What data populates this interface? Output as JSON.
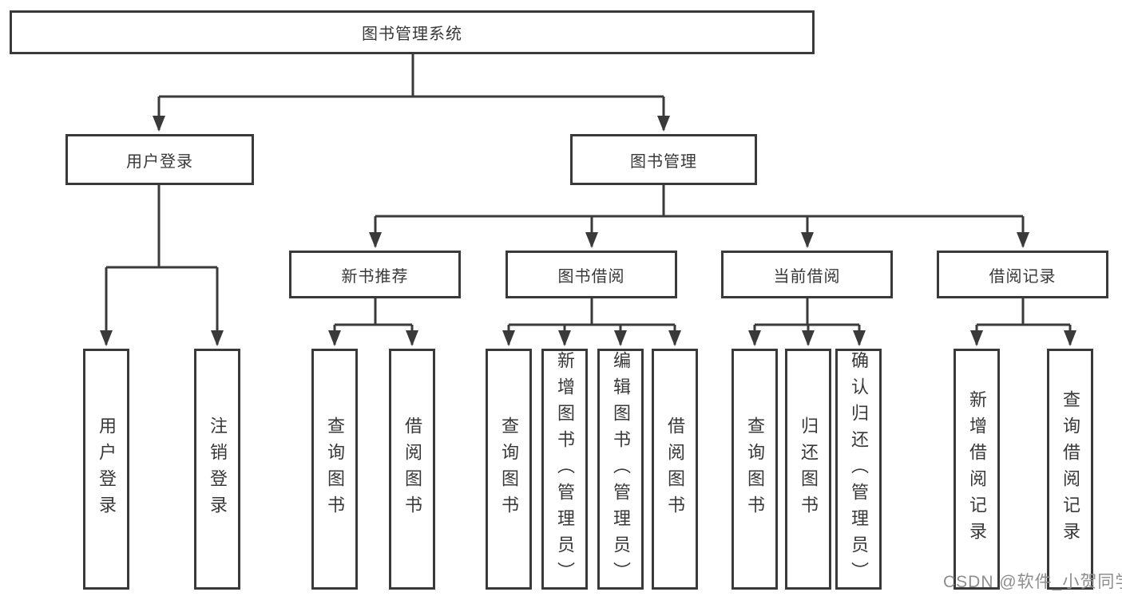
{
  "tree": {
    "root": {
      "label": "图书管理系统"
    },
    "branches": [
      {
        "label": "用户登录",
        "leaves": [
          {
            "label": "用户登录"
          },
          {
            "label": "注销登录"
          }
        ]
      },
      {
        "label": "图书管理",
        "groups": [
          {
            "label": "新书推荐",
            "leaves": [
              {
                "label": "查询图书"
              },
              {
                "label": "借阅图书"
              }
            ]
          },
          {
            "label": "图书借阅",
            "leaves": [
              {
                "label": "查询图书"
              },
              {
                "label": "新增图书（管理员）"
              },
              {
                "label": "编辑图书（管理员）"
              },
              {
                "label": "借阅图书"
              }
            ]
          },
          {
            "label": "当前借阅",
            "leaves": [
              {
                "label": "查询图书"
              },
              {
                "label": "归还图书"
              },
              {
                "label": "确认归还（管理员）"
              }
            ]
          },
          {
            "label": "借阅记录",
            "leaves": [
              {
                "label": "新增借阅记录"
              },
              {
                "label": "查询借阅记录"
              }
            ]
          }
        ]
      }
    ]
  },
  "watermark": {
    "text": "CSDN @软件_小贺同学"
  },
  "colors": {
    "line": "#3a3a3a",
    "text": "#383838",
    "background": "#ffffff",
    "watermark": "#8e8e8e"
  }
}
